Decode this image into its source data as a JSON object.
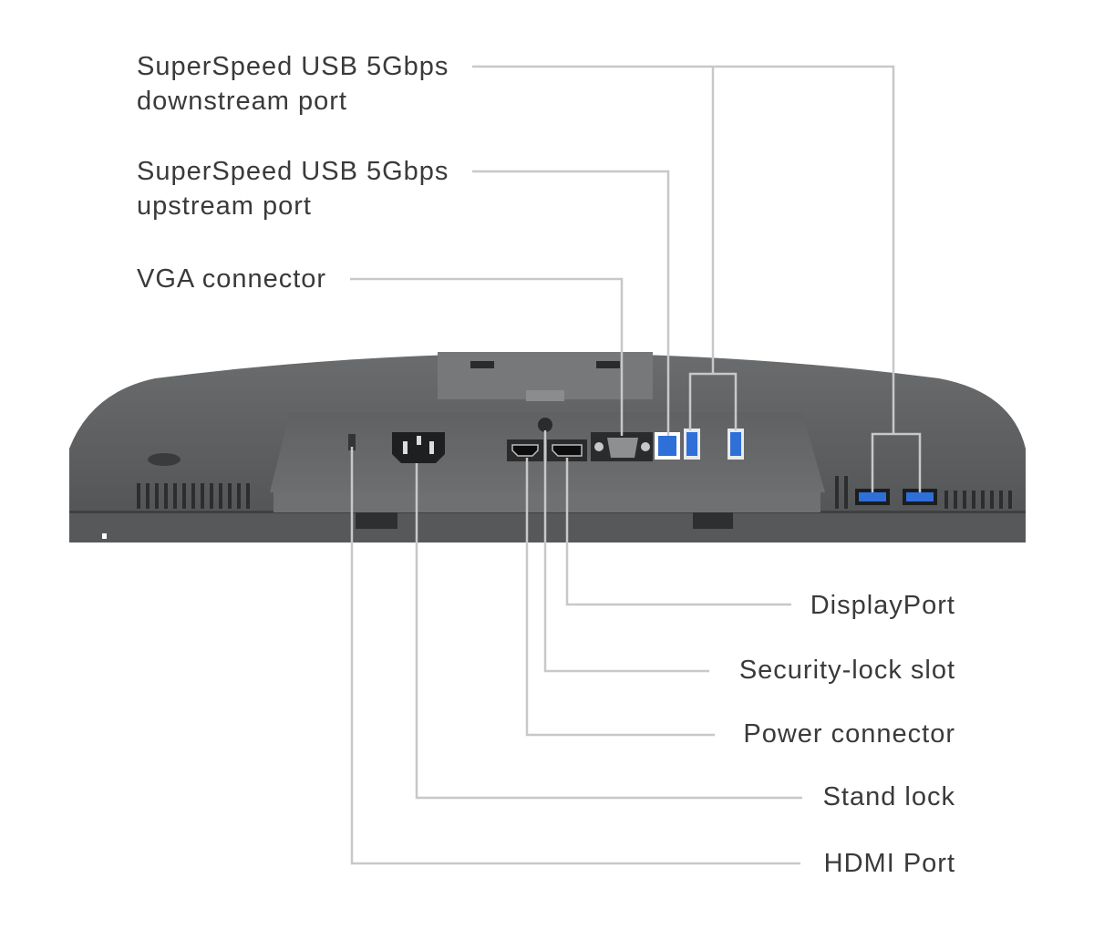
{
  "labels": {
    "usb_downstream": [
      "SuperSpeed USB 5Gbps",
      "downstream port"
    ],
    "usb_upstream": [
      "SuperSpeed USB 5Gbps",
      "upstream port"
    ],
    "vga": "VGA connector",
    "displayport": "DisplayPort",
    "security_lock": "Security-lock slot",
    "power": "Power connector",
    "stand_lock": "Stand lock",
    "hdmi": "HDMI Port"
  },
  "colors": {
    "leader_line": "#c8c8c8",
    "monitor_body": "#5a5c5e",
    "usb_blue": "#2f6fd8",
    "text": "#3a3a3a"
  }
}
